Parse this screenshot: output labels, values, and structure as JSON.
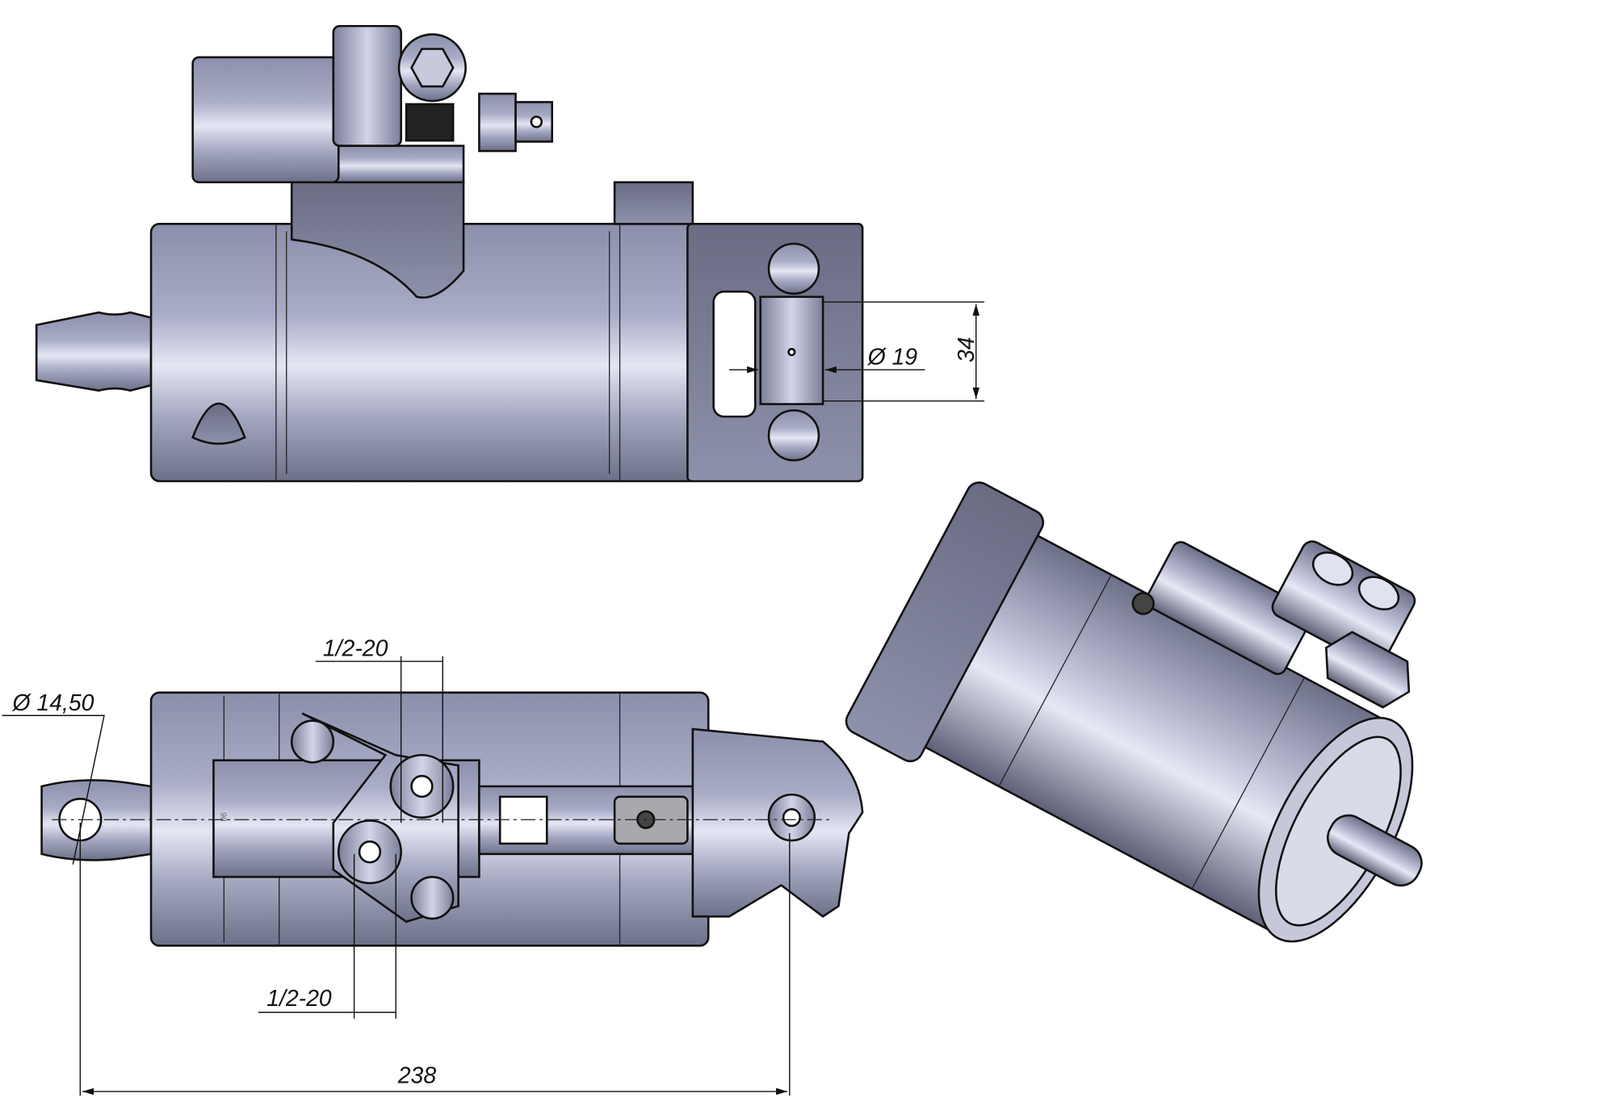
{
  "drawing": {
    "colors": {
      "body": "#9a9db8",
      "body_light": "#d9dcef",
      "body_dark": "#5f6178",
      "line": "#111111"
    },
    "top_view": {
      "pin_diameter_label": "Ø 19",
      "clevis_gap_label": "34"
    },
    "bottom_view": {
      "eye_diameter_label": "Ø 14,50",
      "port_top_label": "1/2-20",
      "port_bottom_label": "1/2-20",
      "overall_length_label": "238",
      "engraving": "98"
    }
  }
}
